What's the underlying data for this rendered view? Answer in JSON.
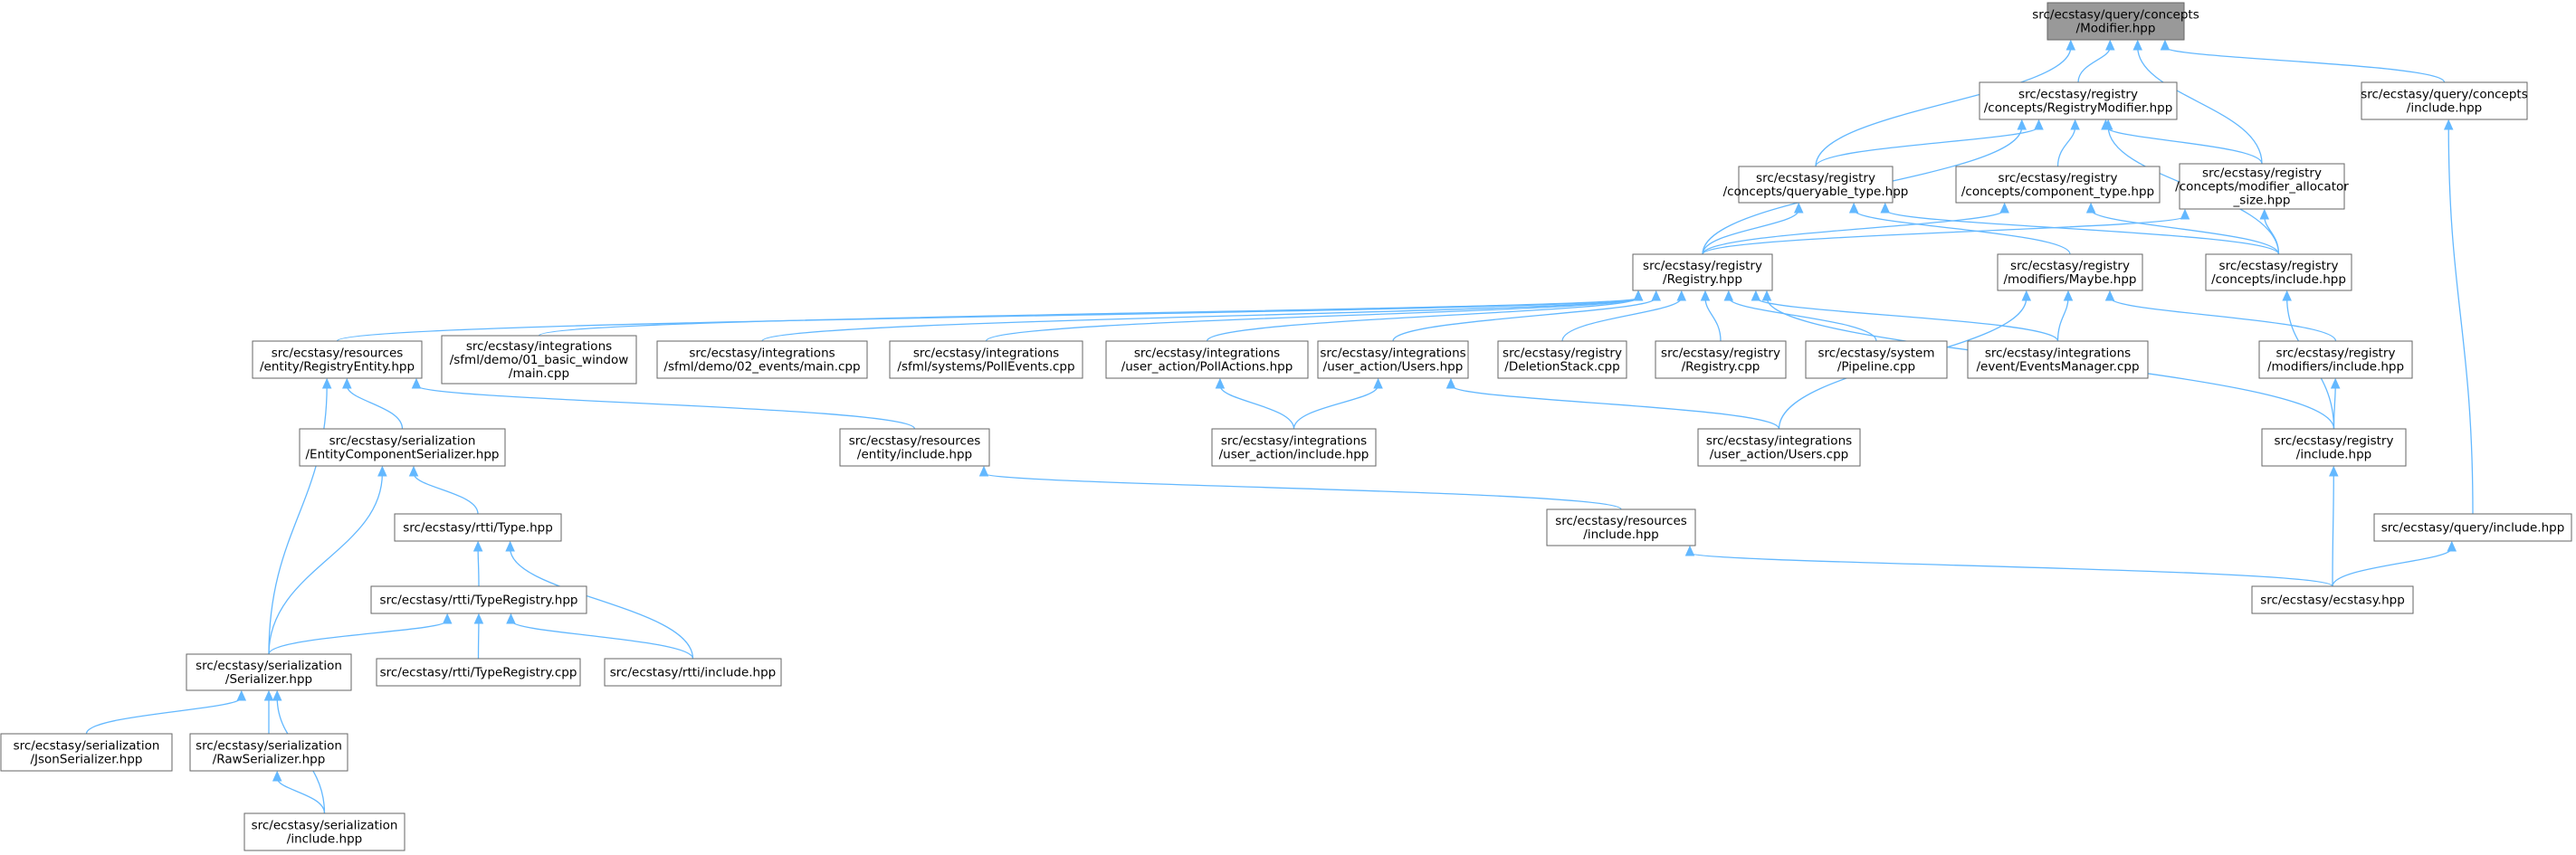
{
  "nodes": {
    "modifier": [
      "src/ecstasy/query/concepts",
      "/Modifier.hpp"
    ],
    "registry_modifier": [
      "src/ecstasy/registry",
      "/concepts/RegistryModifier.hpp"
    ],
    "query_concepts_include": [
      "src/ecstasy/query/concepts",
      "/include.hpp"
    ],
    "queryable_type": [
      "src/ecstasy/registry",
      "/concepts/queryable_type.hpp"
    ],
    "component_type": [
      "src/ecstasy/registry",
      "/concepts/component_type.hpp"
    ],
    "modifier_allocator": [
      "src/ecstasy/registry",
      "/concepts/modifier_allocator",
      "_size.hpp"
    ],
    "registry": [
      "src/ecstasy/registry",
      "/Registry.hpp"
    ],
    "maybe": [
      "src/ecstasy/registry",
      "/modifiers/Maybe.hpp"
    ],
    "registry_concepts_include": [
      "src/ecstasy/registry",
      "/concepts/include.hpp"
    ],
    "registry_entity": [
      "src/ecstasy/resources",
      "/entity/RegistryEntity.hpp"
    ],
    "basic_window": [
      "src/ecstasy/integrations",
      "/sfml/demo/01_basic_window",
      "/main.cpp"
    ],
    "events_main": [
      "src/ecstasy/integrations",
      "/sfml/demo/02_events/main.cpp"
    ],
    "poll_events": [
      "src/ecstasy/integrations",
      "/sfml/systems/PollEvents.cpp"
    ],
    "poll_actions": [
      "src/ecstasy/integrations",
      "/user_action/PollActions.hpp"
    ],
    "users_hpp": [
      "src/ecstasy/integrations",
      "/user_action/Users.hpp"
    ],
    "deletion_stack": [
      "src/ecstasy/registry",
      "/DeletionStack.cpp"
    ],
    "registry_cpp": [
      "src/ecstasy/registry",
      "/Registry.cpp"
    ],
    "pipeline": [
      "src/ecstasy/system",
      "/Pipeline.cpp"
    ],
    "events_manager": [
      "src/ecstasy/integrations",
      "/event/EventsManager.cpp"
    ],
    "modifiers_include": [
      "src/ecstasy/registry",
      "/modifiers/include.hpp"
    ],
    "entity_component_serializer": [
      "src/ecstasy/serialization",
      "/EntityComponentSerializer.hpp"
    ],
    "entity_include": [
      "src/ecstasy/resources",
      "/entity/include.hpp"
    ],
    "user_action_include": [
      "src/ecstasy/integrations",
      "/user_action/include.hpp"
    ],
    "users_cpp": [
      "src/ecstasy/integrations",
      "/user_action/Users.cpp"
    ],
    "registry_include": [
      "src/ecstasy/registry",
      "/include.hpp"
    ],
    "type_hpp": [
      "src/ecstasy/rtti/Type.hpp"
    ],
    "resources_include": [
      "src/ecstasy/resources",
      "/include.hpp"
    ],
    "query_include": [
      "src/ecstasy/query/include.hpp"
    ],
    "type_registry_hpp": [
      "src/ecstasy/rtti/TypeRegistry.hpp"
    ],
    "ecstasy_hpp": [
      "src/ecstasy/ecstasy.hpp"
    ],
    "serializer": [
      "src/ecstasy/serialization",
      "/Serializer.hpp"
    ],
    "type_registry_cpp": [
      "src/ecstasy/rtti/TypeRegistry.cpp"
    ],
    "rtti_include": [
      "src/ecstasy/rtti/include.hpp"
    ],
    "json_serializer": [
      "src/ecstasy/serialization",
      "/JsonSerializer.hpp"
    ],
    "raw_serializer": [
      "src/ecstasy/serialization",
      "/RawSerializer.hpp"
    ],
    "serialization_include": [
      "src/ecstasy/serialization",
      "/include.hpp"
    ]
  },
  "edges": [
    [
      "modifier",
      "registry_modifier"
    ],
    [
      "modifier",
      "query_concepts_include"
    ],
    [
      "modifier",
      "queryable_type"
    ],
    [
      "modifier",
      "modifier_allocator"
    ],
    [
      "registry_modifier",
      "queryable_type"
    ],
    [
      "registry_modifier",
      "component_type"
    ],
    [
      "registry_modifier",
      "modifier_allocator"
    ],
    [
      "registry_modifier",
      "registry"
    ],
    [
      "registry_modifier",
      "registry_concepts_include"
    ],
    [
      "queryable_type",
      "registry"
    ],
    [
      "queryable_type",
      "maybe"
    ],
    [
      "queryable_type",
      "registry_concepts_include"
    ],
    [
      "component_type",
      "registry"
    ],
    [
      "component_type",
      "registry_concepts_include"
    ],
    [
      "modifier_allocator",
      "registry"
    ],
    [
      "modifier_allocator",
      "registry_concepts_include"
    ],
    [
      "query_concepts_include",
      "query_include"
    ],
    [
      "registry",
      "registry_entity"
    ],
    [
      "registry",
      "basic_window"
    ],
    [
      "registry",
      "events_main"
    ],
    [
      "registry",
      "poll_events"
    ],
    [
      "registry",
      "poll_actions"
    ],
    [
      "registry",
      "users_hpp"
    ],
    [
      "registry",
      "deletion_stack"
    ],
    [
      "registry",
      "registry_cpp"
    ],
    [
      "registry",
      "pipeline"
    ],
    [
      "registry",
      "events_manager"
    ],
    [
      "registry",
      "registry_include"
    ],
    [
      "maybe",
      "events_manager"
    ],
    [
      "maybe",
      "modifiers_include"
    ],
    [
      "maybe",
      "users_cpp"
    ],
    [
      "registry_concepts_include",
      "registry_include"
    ],
    [
      "modifiers_include",
      "registry_include"
    ],
    [
      "registry_entity",
      "entity_component_serializer"
    ],
    [
      "registry_entity",
      "entity_include"
    ],
    [
      "registry_entity",
      "serializer"
    ],
    [
      "poll_actions",
      "user_action_include"
    ],
    [
      "users_hpp",
      "user_action_include"
    ],
    [
      "users_hpp",
      "users_cpp"
    ],
    [
      "entity_component_serializer",
      "type_hpp"
    ],
    [
      "entity_component_serializer",
      "serializer"
    ],
    [
      "entity_include",
      "resources_include"
    ],
    [
      "registry_include",
      "ecstasy_hpp"
    ],
    [
      "resources_include",
      "ecstasy_hpp"
    ],
    [
      "query_include",
      "ecstasy_hpp"
    ],
    [
      "type_hpp",
      "type_registry_hpp"
    ],
    [
      "type_hpp",
      "rtti_include"
    ],
    [
      "type_registry_hpp",
      "serializer"
    ],
    [
      "type_registry_hpp",
      "type_registry_cpp"
    ],
    [
      "type_registry_hpp",
      "rtti_include"
    ],
    [
      "serializer",
      "json_serializer"
    ],
    [
      "serializer",
      "raw_serializer"
    ],
    [
      "serializer",
      "serialization_include"
    ],
    [
      "raw_serializer",
      "serialization_include"
    ]
  ],
  "colors": {
    "edge": "#63b8ff",
    "node_border": "#666666",
    "root_fill": "#999999"
  }
}
